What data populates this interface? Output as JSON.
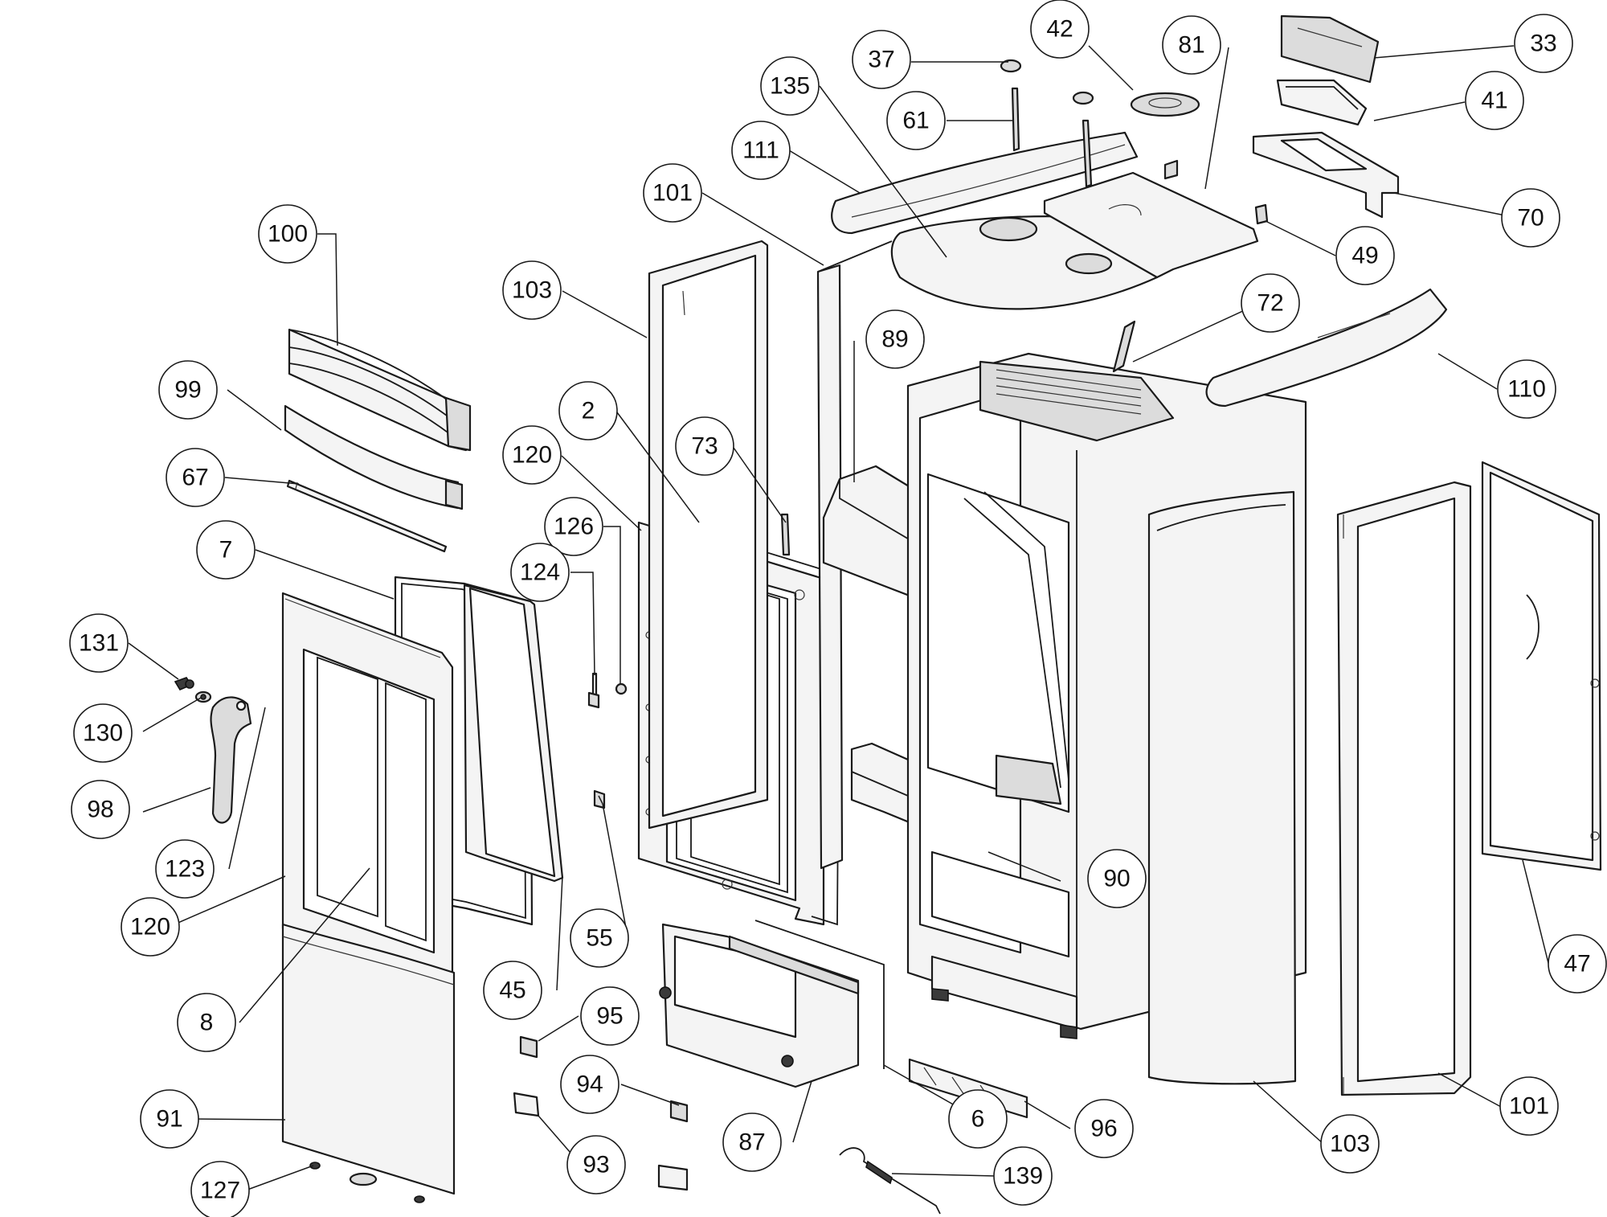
{
  "diagram": {
    "type": "exploded-parts-view",
    "part_numbers": [
      "2",
      "6",
      "7",
      "8",
      "33",
      "37",
      "41",
      "42",
      "45",
      "47",
      "49",
      "55",
      "61",
      "67",
      "70",
      "72",
      "73",
      "81",
      "87",
      "89",
      "90",
      "91",
      "93",
      "94",
      "95",
      "96",
      "98",
      "99",
      "100",
      "101",
      "103",
      "110",
      "111",
      "120",
      "123",
      "124",
      "126",
      "127",
      "130",
      "131",
      "135",
      "139"
    ]
  },
  "callouts": [
    {
      "id": "c-37",
      "label": "37"
    },
    {
      "id": "c-42",
      "label": "42"
    },
    {
      "id": "c-81",
      "label": "81"
    },
    {
      "id": "c-33",
      "label": "33"
    },
    {
      "id": "c-135",
      "label": "135"
    },
    {
      "id": "c-61",
      "label": "61"
    },
    {
      "id": "c-41",
      "label": "41"
    },
    {
      "id": "c-111",
      "label": "111"
    },
    {
      "id": "c-101a",
      "label": "101"
    },
    {
      "id": "c-70",
      "label": "70"
    },
    {
      "id": "c-100",
      "label": "100"
    },
    {
      "id": "c-49",
      "label": "49"
    },
    {
      "id": "c-103a",
      "label": "103"
    },
    {
      "id": "c-72",
      "label": "72"
    },
    {
      "id": "c-89",
      "label": "89"
    },
    {
      "id": "c-110",
      "label": "110"
    },
    {
      "id": "c-99",
      "label": "99"
    },
    {
      "id": "c-2",
      "label": "2"
    },
    {
      "id": "c-73",
      "label": "73"
    },
    {
      "id": "c-120a",
      "label": "120"
    },
    {
      "id": "c-67",
      "label": "67"
    },
    {
      "id": "c-126",
      "label": "126"
    },
    {
      "id": "c-7",
      "label": "7"
    },
    {
      "id": "c-124",
      "label": "124"
    },
    {
      "id": "c-131",
      "label": "131"
    },
    {
      "id": "c-130",
      "label": "130"
    },
    {
      "id": "c-98",
      "label": "98"
    },
    {
      "id": "c-123",
      "label": "123"
    },
    {
      "id": "c-90",
      "label": "90"
    },
    {
      "id": "c-120b",
      "label": "120"
    },
    {
      "id": "c-55",
      "label": "55"
    },
    {
      "id": "c-47",
      "label": "47"
    },
    {
      "id": "c-45",
      "label": "45"
    },
    {
      "id": "c-95",
      "label": "95"
    },
    {
      "id": "c-8",
      "label": "8"
    },
    {
      "id": "c-94",
      "label": "94"
    },
    {
      "id": "c-6",
      "label": "6"
    },
    {
      "id": "c-96",
      "label": "96"
    },
    {
      "id": "c-101b",
      "label": "101"
    },
    {
      "id": "c-91",
      "label": "91"
    },
    {
      "id": "c-87",
      "label": "87"
    },
    {
      "id": "c-103b",
      "label": "103"
    },
    {
      "id": "c-93",
      "label": "93"
    },
    {
      "id": "c-139",
      "label": "139"
    },
    {
      "id": "c-127",
      "label": "127"
    }
  ]
}
